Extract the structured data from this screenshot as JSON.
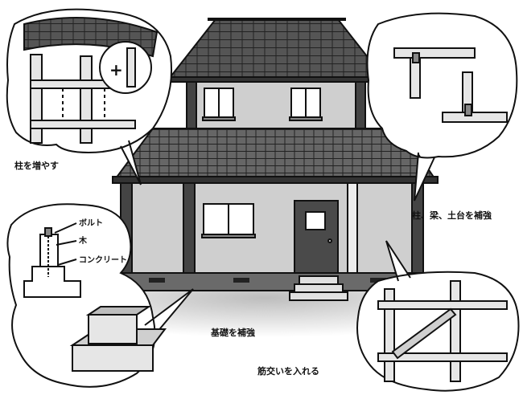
{
  "labels": {
    "add_pillars": "柱を増やす",
    "reinforce_pillars_beams_sills": "柱、梁、土台を補強",
    "reinforce_foundation": "基礎を補強",
    "add_braces": "筋交いを入れる",
    "bolt": "ボルト",
    "wood": "木",
    "concrete": "コンクリート",
    "plus_sign": "+"
  },
  "colors": {
    "roof": "#555555",
    "wall": "#cfcfcf",
    "pillar": "#444444",
    "door": "#4a4a4a",
    "foundation": "#6a6a6a",
    "ground": "#d9d9d9",
    "outline": "#111111"
  }
}
